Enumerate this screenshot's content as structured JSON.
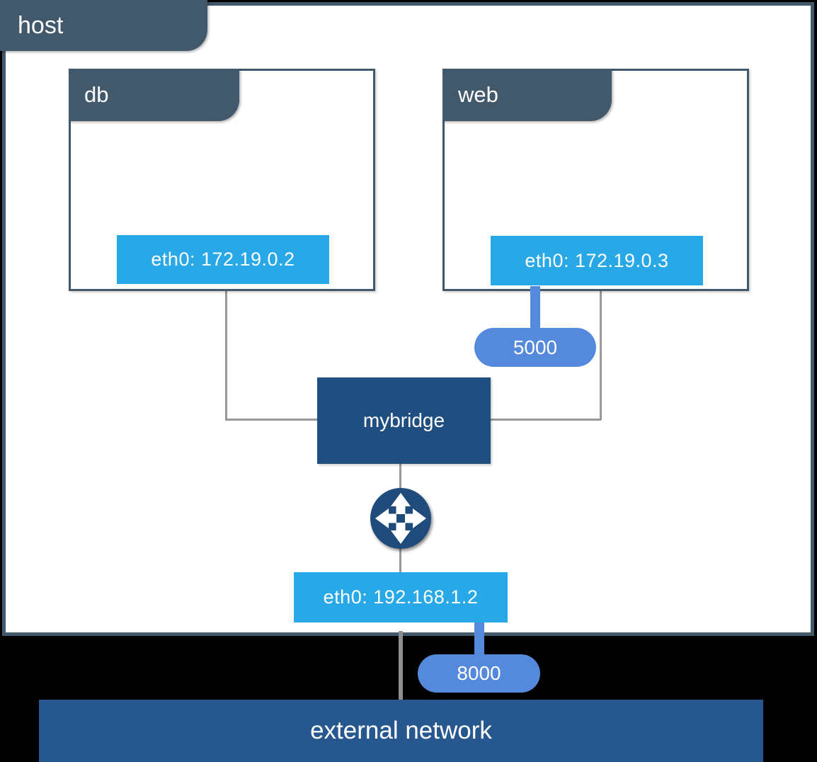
{
  "diagram": {
    "title": "docker-bridge-network-diagram",
    "host": {
      "label": "host"
    },
    "containers": [
      {
        "name": "db",
        "interface": "eth0: 172.19.0.2"
      },
      {
        "name": "web",
        "interface": "eth0: 172.19.0.3",
        "published_port": "5000"
      }
    ],
    "bridge": {
      "label": "mybridge"
    },
    "host_interface": {
      "label": "eth0: 192.168.1.2",
      "published_port": "8000"
    },
    "external_network": {
      "label": "external network"
    },
    "icons": {
      "router": "router-icon (circle with four directional arrows)"
    },
    "colors": {
      "slate": "#42586B",
      "bright_blue": "#29A8E8",
      "medium_blue": "#5589DB",
      "dark_blue": "#1F4E80",
      "bar_blue": "#27578F",
      "line_gray": "#999999",
      "background": "#000000"
    }
  }
}
